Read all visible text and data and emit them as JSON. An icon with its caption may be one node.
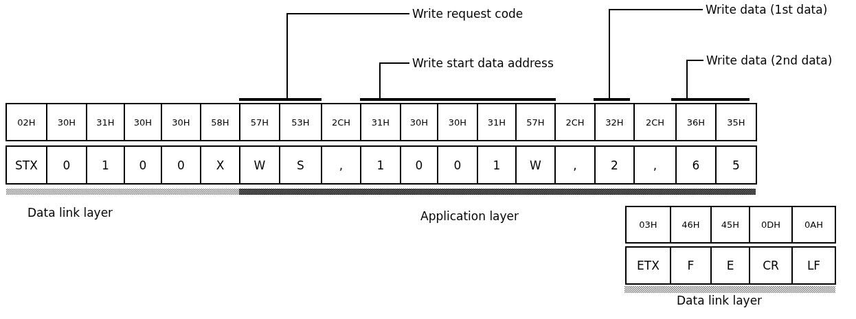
{
  "diagram": {
    "nodes": [
      {
        "text": [
          "Write request code"
        ]
      },
      {
        "text": [
          "Write data (1st data)"
        ]
      },
      {
        "text": [
          "Write start data address"
        ]
      },
      {
        "text": [
          "Write data (2nd data)"
        ]
      },
      {
        "text": [],
        "shape": "bar"
      },
      {
        "text": [],
        "shape": "bar"
      },
      {
        "text": [],
        "shape": "bar"
      },
      {
        "text": [],
        "shape": "bar"
      }
    ],
    "edges": [
      {
        "from": 0,
        "to": 4,
        "arrow": "none"
      },
      {
        "from": 2,
        "to": 5,
        "arrow": "none"
      },
      {
        "from": 1,
        "to": 6,
        "arrow": "none"
      },
      {
        "from": 3,
        "to": 7,
        "arrow": "none"
      }
    ],
    "labels": [
      "02H",
      "30H",
      "31H",
      "30H",
      "30H",
      "58H",
      "57H",
      "53H",
      "2CH",
      "31H",
      "30H",
      "30H",
      "31H",
      "57H",
      "2CH",
      "32H",
      "2CH",
      "36H",
      "35H",
      "STX",
      "0",
      "1",
      "0",
      "0",
      "X",
      "W",
      "S",
      ",",
      "1",
      "0",
      "0",
      "1",
      "W",
      ",",
      "2",
      ",",
      "6",
      "5",
      "Data link layer",
      "Application layer",
      "03H",
      "46H",
      "45H",
      "0DH",
      "0AH",
      "ETX",
      "F",
      "E",
      "CR",
      "LF",
      "Data link layer"
    ]
  }
}
